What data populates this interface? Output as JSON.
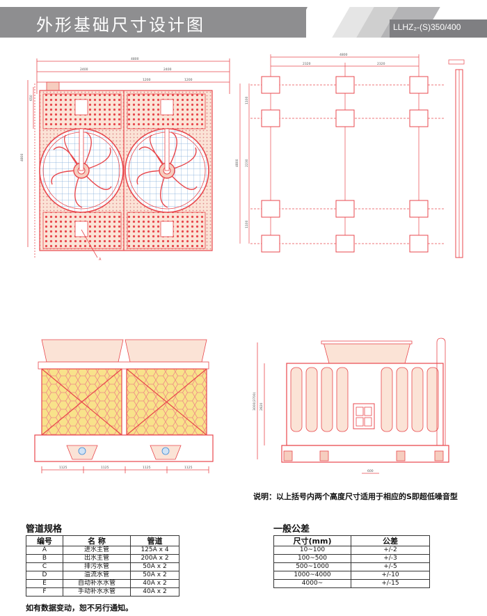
{
  "header": {
    "title": "外形基础尺寸设计图",
    "model": "LLHZ₂-(S)350/400"
  },
  "note": "说明：以上括号内两个高度尺寸适用于相应的S即超低噪音型",
  "pipe": {
    "title": "管道规格",
    "headers": [
      "编号",
      "名 称",
      "管道"
    ],
    "rows": [
      [
        "A",
        "进水主管",
        "125A x 4"
      ],
      [
        "B",
        "出水主管",
        "200A x 2"
      ],
      [
        "C",
        "排污水管",
        "50A x 2"
      ],
      [
        "D",
        "溢流水管",
        "50A x 2"
      ],
      [
        "E",
        "自动补水水管",
        "40A x 2"
      ],
      [
        "F",
        "手动补水水管",
        "40A x 2"
      ]
    ]
  },
  "tolerance": {
    "title": "一般公差",
    "headers": [
      "尺寸(mm)",
      "公差"
    ],
    "rows": [
      [
        "10~100",
        "+/-2"
      ],
      [
        "100~500",
        "+/-3"
      ],
      [
        "500~1000",
        "+/-5"
      ],
      [
        "1000~4000",
        "+/-10"
      ],
      [
        "4000~",
        "+/-15"
      ]
    ]
  },
  "footnote": "如有数据变动，恕不另行通知。",
  "dims": {
    "top_width": "4800",
    "top_half_left": "2400",
    "top_half_right": "2400",
    "top_sub_1": "1200",
    "top_sub_2": "1200",
    "top_height": "4800",
    "top_side": "650",
    "fb_width": "4800",
    "fb_left": "2320",
    "fb_right": "2320",
    "fb_height": "4800",
    "fb_side_1": "1100",
    "fb_side_2": "2230",
    "fb_side_3": "1100",
    "callout": "A",
    "fv_w1": "1125",
    "fv_w2": "1125",
    "fv_w3": "1125",
    "fv_w4": "1125",
    "sv_h1": "3000(3700)",
    "sv_h2": "2820",
    "sv_w": "600"
  },
  "colors": {
    "line": "#e8474c",
    "fill": "#f5b8a8",
    "cell": "#f1dc7a",
    "blue": "#3a8ad4"
  }
}
